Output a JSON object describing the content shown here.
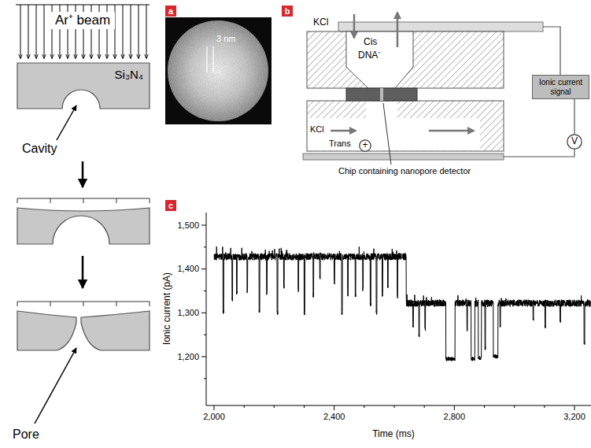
{
  "diagram": {
    "nodes": [
      {
        "text": [
          "Si₃N₄"
        ]
      },
      {
        "text": [
          "a"
        ]
      },
      {
        "text": [
          "b"
        ]
      },
      {
        "text": [
          "Ionic current signal"
        ]
      },
      {
        "text": [
          "+"
        ]
      },
      {
        "text": [
          "V"
        ]
      },
      {
        "text": [
          "c"
        ]
      }
    ],
    "edges": [
      {
        "from": 3,
        "to": 5,
        "arrow": "none"
      }
    ],
    "labels": [
      "Ar⁺ beam",
      "Cavity",
      "Pore",
      "3 nm",
      "KCl",
      "Cis",
      "DNA⁻",
      "KCl",
      "Trans",
      "Chip containing nanopore detector",
      "1,500",
      "1,400",
      "1,300",
      "1,200",
      "Ionic current (pA)",
      "2,000",
      "2,400",
      "2,800",
      "3,200",
      "Time (ms)"
    ]
  }
}
